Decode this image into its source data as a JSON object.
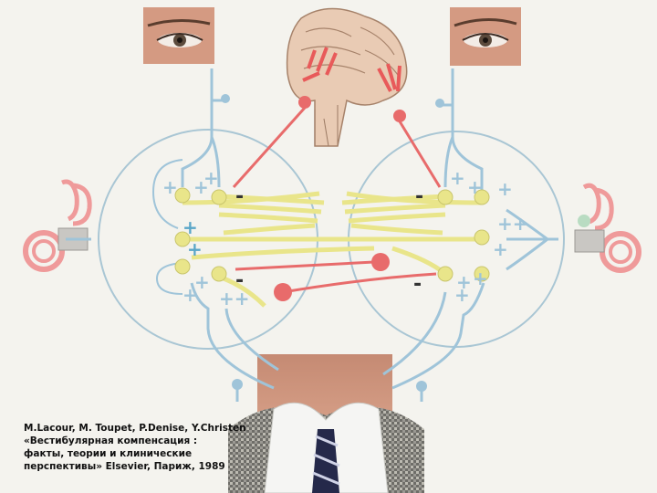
{
  "citation": {
    "line1": "M.Lacour, M. Toupet, P.Denise, Y.Christen",
    "line2": "«Вестибулярная компенсация :",
    "line3": "факты, теории и клинические",
    "line4": "перспективы» Elsevier, Париж, 1989"
  },
  "signs": {
    "plus": "+",
    "minus": "-",
    "double_plus": "++"
  },
  "colors": {
    "vestibular_blue": "#9fc4d9",
    "fiber_yellow": "#e9e58a",
    "inhibit_red": "#e86b6b",
    "skin_tone": "#d9a58a",
    "ear_pink": "#ef9a9a"
  }
}
